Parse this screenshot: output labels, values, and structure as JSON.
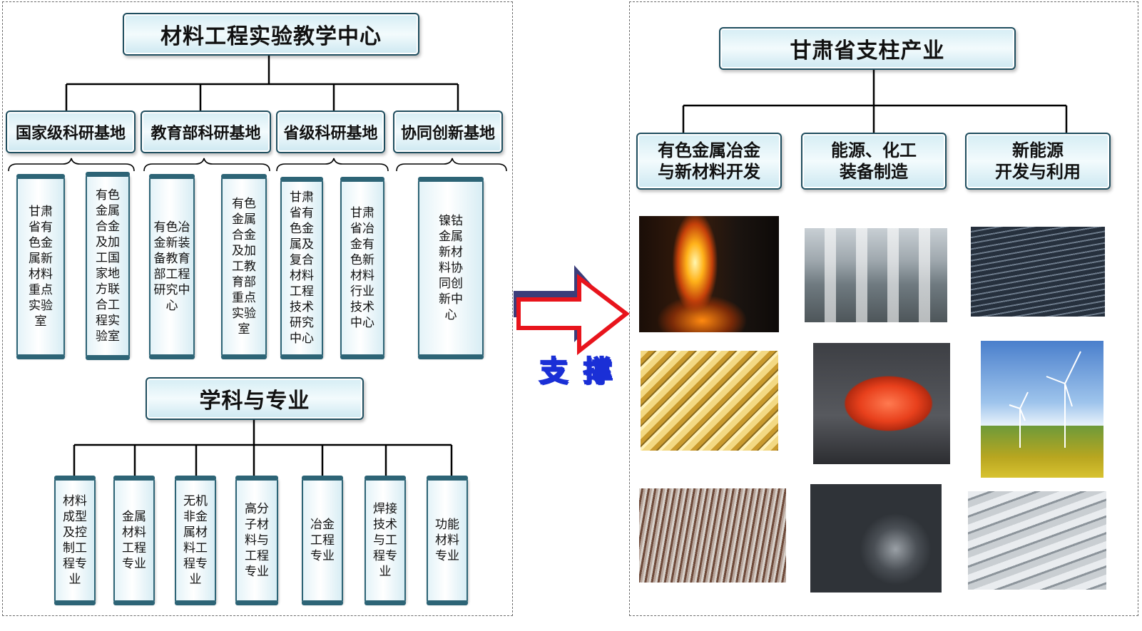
{
  "left_panel": {
    "center_title": "材料工程实验教学中心",
    "bases": [
      {
        "label": "国家级科研基地",
        "labs": [
          "甘肃\n省有\n色金\n属新\n材料\n重点\n实验\n室",
          "有色\n金属\n合金\n及加\n工国\n家地\n方联\n合工\n程实\n验室"
        ]
      },
      {
        "label": "教育部科研基地",
        "labs": [
          "有色冶\n金新装\n备教育\n部工程\n研究中\n心",
          "有色\n金属\n合金\n及加\n工教\n育部\n重点\n实验\n室"
        ]
      },
      {
        "label": "省级科研基地",
        "labs": [
          "甘肃\n省有\n色金\n属及\n复合\n材料\n工程\n技术\n研究\n中心",
          "甘肃\n省冶\n金有\n色新\n材料\n行业\n技术\n中心"
        ]
      },
      {
        "label": "协同创新基地",
        "labs": [
          "镍钴\n金属\n新材\n料协\n同创\n新中\n心"
        ]
      }
    ],
    "discipline_title": "学科与专业",
    "majors": [
      "材料\n成型\n及控\n制工\n程专\n业",
      "金属\n材料\n工程\n专业",
      "无机\n非金\n属材\n料工\n程专\n业",
      "高分\n子材\n料与\n工程\n专业",
      "冶金\n工程\n专业",
      "焊接\n技术\n与工\n程专\n业",
      "功能\n材料\n专业"
    ]
  },
  "arrow": {
    "label": "支 撑"
  },
  "right_panel": {
    "title": "甘肃省支柱产业",
    "industries": [
      "有色金属冶金\n与新材料开发",
      "能源、化工\n装备制造",
      "新能源\n开发与利用"
    ]
  },
  "colors": {
    "line": "#000000",
    "box_border": "#1f4e5f",
    "arrow_red": "#e8141c",
    "arrow_navy": "#3b3d7a",
    "support_blue": "#1a2fd6"
  }
}
